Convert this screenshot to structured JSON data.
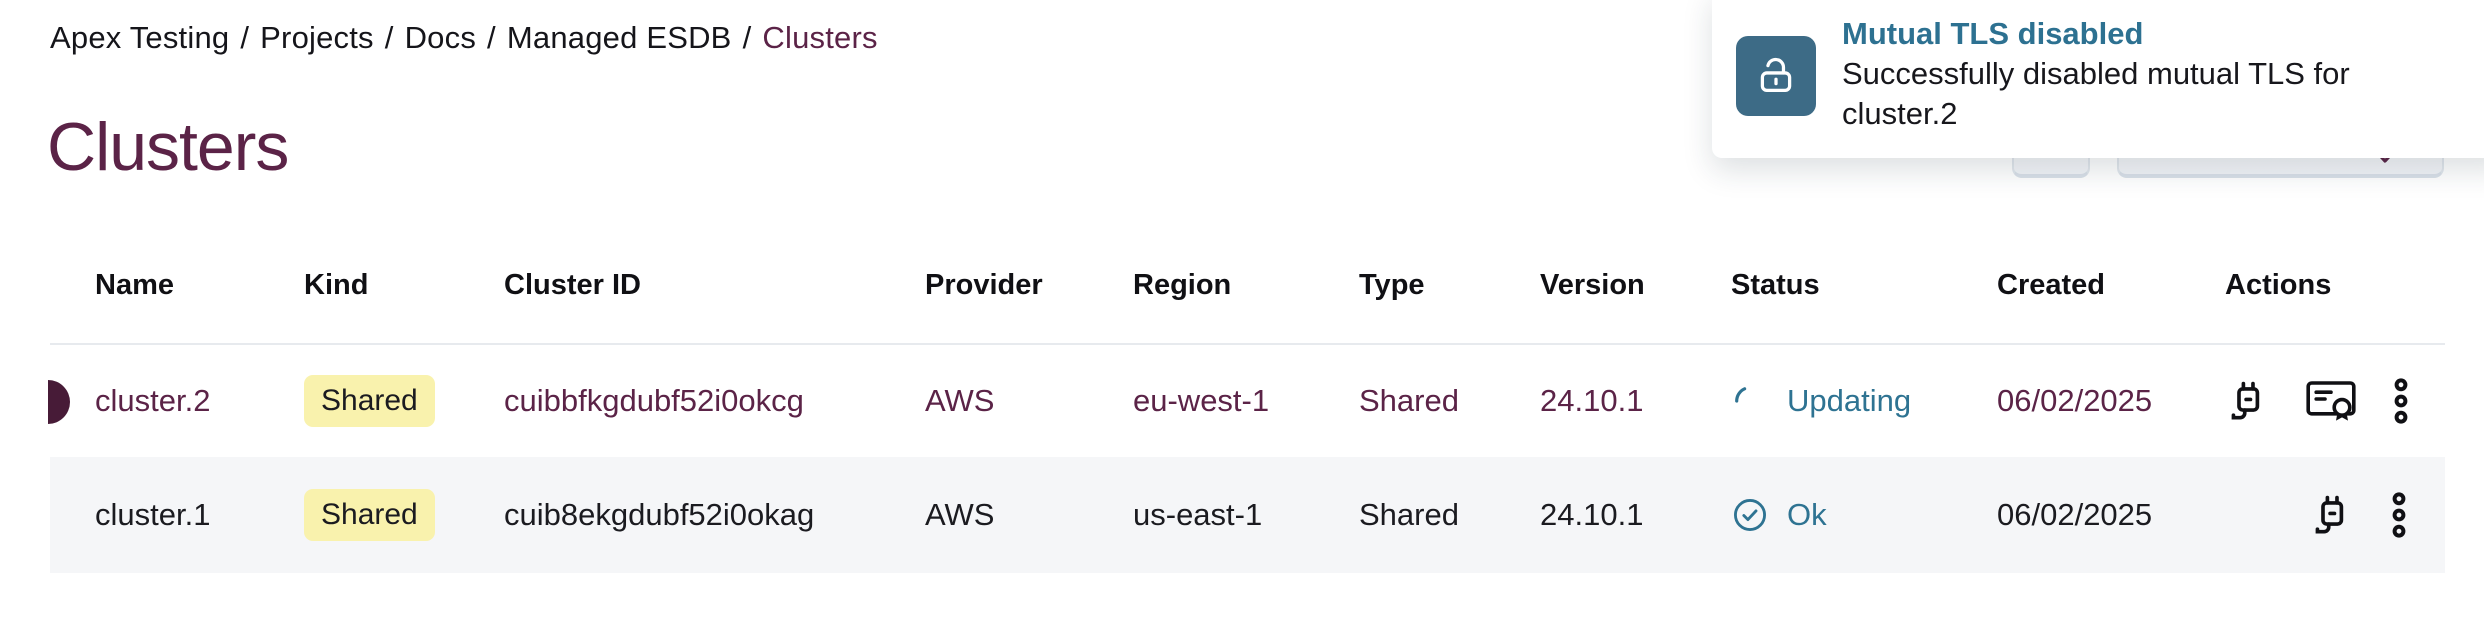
{
  "breadcrumb": {
    "separator": "/",
    "items": [
      "Apex Testing",
      "Projects",
      "Docs",
      "Managed ESDB"
    ],
    "current": "Clusters"
  },
  "page": {
    "title": "Clusters"
  },
  "toast": {
    "title": "Mutual TLS disabled",
    "message": "Successfully disabled mutual TLS for cluster.2",
    "icon": "unlock-icon",
    "icon_bg": "#3d6b86",
    "title_color": "#2d7191"
  },
  "toolbar": {
    "refresh_icon": "refresh-icon",
    "dropdown_icon": "chevron-down-icon"
  },
  "table": {
    "columns": [
      "Name",
      "Kind",
      "Cluster ID",
      "Provider",
      "Region",
      "Type",
      "Version",
      "Status",
      "Created",
      "Actions"
    ],
    "rows": [
      {
        "name": "cluster.2",
        "kind": "Shared",
        "cluster_id": "cuibbfkgdubf52i0okcg",
        "provider": "AWS",
        "region": "eu-west-1",
        "type": "Shared",
        "version": "24.10.1",
        "status": "Updating",
        "status_state": "updating",
        "created": "06/02/2025",
        "actions": [
          "connect",
          "certificate",
          "menu"
        ],
        "highlighted": true
      },
      {
        "name": "cluster.1",
        "kind": "Shared",
        "cluster_id": "cuib8ekgdubf52i0okag",
        "provider": "AWS",
        "region": "us-east-1",
        "type": "Shared",
        "version": "24.10.1",
        "status": "Ok",
        "status_state": "ok",
        "created": "06/02/2025",
        "actions": [
          "connect",
          "menu"
        ],
        "highlighted": false
      }
    ]
  },
  "colors": {
    "maroon": "#5b2347",
    "maroon_dark": "#471b37",
    "teal": "#2e7392",
    "badge_yellow": "#f9f2ad",
    "row_alt_bg": "#f5f6f8",
    "header_border": "#e7eaee"
  }
}
